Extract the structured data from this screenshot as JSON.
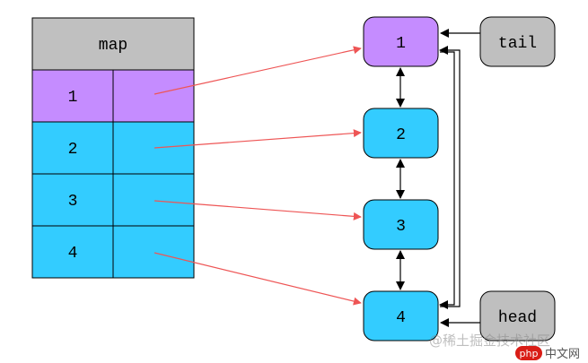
{
  "colors": {
    "header_gray": "#c0c0c0",
    "purple": "#c58cff",
    "cyan": "#33ccff",
    "arrow_red": "#ee5555",
    "stroke": "#000000",
    "node_gray": "#bfbfbf",
    "php_badge": "#d91d16"
  },
  "map": {
    "title": "map",
    "rows": [
      {
        "key": "1",
        "highlight": "purple"
      },
      {
        "key": "2",
        "highlight": "cyan"
      },
      {
        "key": "3",
        "highlight": "cyan"
      },
      {
        "key": "4",
        "highlight": "cyan"
      }
    ]
  },
  "list": {
    "nodes": [
      {
        "label": "1",
        "highlight": "purple"
      },
      {
        "label": "2",
        "highlight": "cyan"
      },
      {
        "label": "3",
        "highlight": "cyan"
      },
      {
        "label": "4",
        "highlight": "cyan"
      }
    ],
    "tail_label": "tail",
    "head_label": "head"
  },
  "watermark": {
    "text": "@稀土掘金技术社区",
    "badge_text": "php",
    "badge_suffix": "中文网"
  }
}
